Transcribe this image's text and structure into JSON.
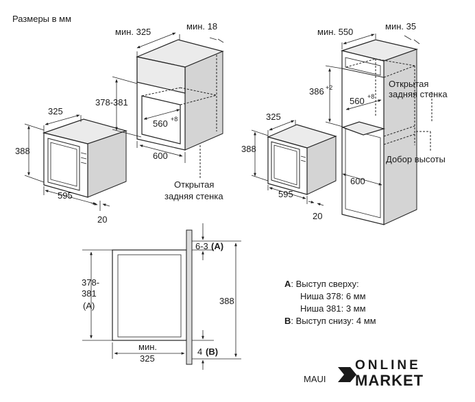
{
  "title": "Размеры в мм",
  "top_left_unit": {
    "dims": {
      "depth": "325",
      "height": "388",
      "width": "595",
      "frame": "20"
    }
  },
  "wall_cabinet": {
    "dims": {
      "min_depth": "мин. 325",
      "min_side": "мин. 18",
      "niche_height": "378-381",
      "inner_width": "560",
      "inner_width_tol": "+8",
      "outer_width": "600"
    },
    "label_line1": "Открытая",
    "label_line2": "задняя стенка"
  },
  "top_right_unit": {
    "dims": {
      "depth": "325",
      "height": "388",
      "width": "595",
      "frame": "20"
    }
  },
  "tall_cabinet": {
    "dims": {
      "min_depth": "мин. 550",
      "min_side": "мин. 35",
      "niche_height": "386",
      "niche_height_tol": "+2",
      "inner_width": "560",
      "inner_width_tol": "+8",
      "outer_width": "600"
    },
    "label_line1": "Открытая",
    "label_line2": "задняя стенка",
    "label_height": "Добор высоты"
  },
  "section": {
    "dims": {
      "top_gap": "6-3",
      "top_gap_ref": "(A)",
      "niche_line1": "378-",
      "niche_line2": "381",
      "niche_ref": "(A)",
      "total": "388",
      "min_depth_line1": "мин.",
      "min_depth_line2": "325",
      "bottom_gap": "4",
      "bottom_gap_ref": "(B)"
    }
  },
  "notes": {
    "a_key": "A",
    "a_text": ": Выступ сверху:",
    "a_378": "Ниша 378: 6 мм",
    "a_381": "Ниша 381: 3 мм",
    "b_key": "B",
    "b_text": ": Выступ снизу: 4 мм"
  },
  "code": "MAUI",
  "brand": {
    "line1": "ONLINE",
    "line2": "MARKET"
  }
}
